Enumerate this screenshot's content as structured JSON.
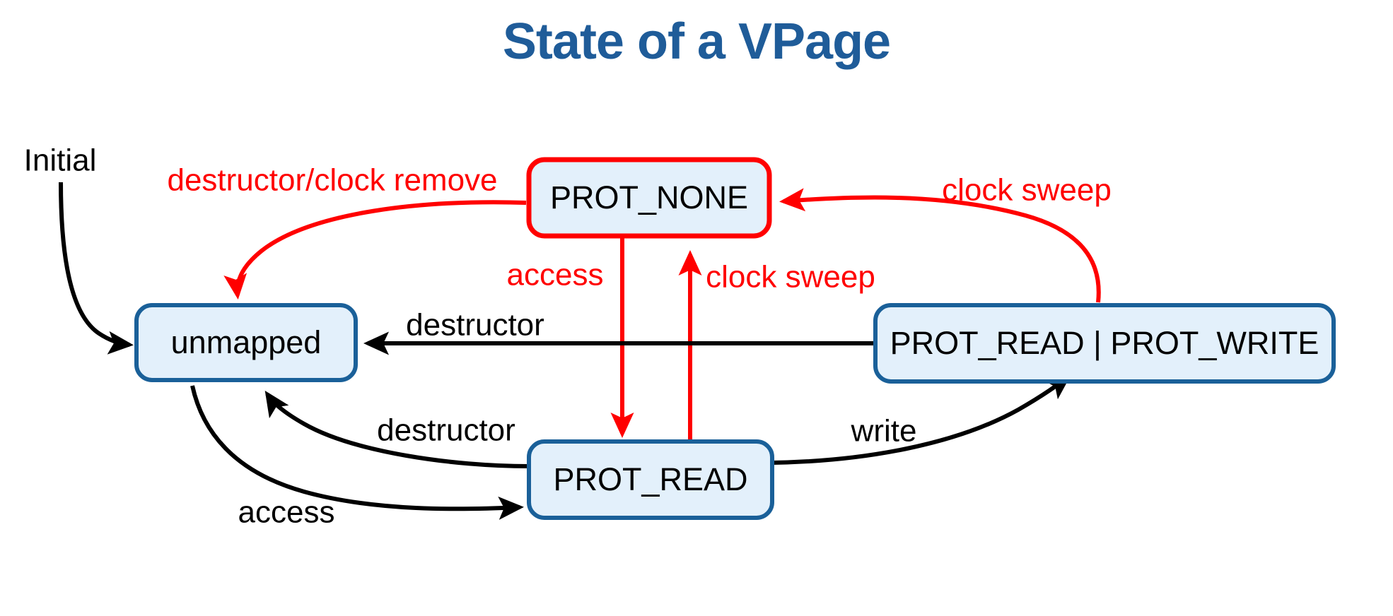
{
  "slide": {
    "title": "State of a VPage",
    "title_color": "#1F5C99",
    "background_color": "#FFFFFF"
  },
  "diagram": {
    "type": "state-machine",
    "node_fill_color": "#E3F0FB",
    "node_border_blue": "#1A6099",
    "node_border_red": "#FF0000",
    "edge_black": "#000000",
    "edge_red": "#FF0000",
    "nodes": [
      {
        "id": "unmapped",
        "label": "unmapped",
        "border": "blue"
      },
      {
        "id": "prot_none",
        "label": "PROT_NONE",
        "border": "red"
      },
      {
        "id": "prot_read",
        "label": "PROT_READ",
        "border": "blue"
      },
      {
        "id": "prot_rw",
        "label": "PROT_READ | PROT_WRITE",
        "border": "blue"
      }
    ],
    "entry_label": "Initial",
    "edges": [
      {
        "id": "initial-unmapped",
        "label": "Initial",
        "from": "",
        "to": "unmapped",
        "color": "black"
      },
      {
        "id": "none-unmapped",
        "label": "destructor/clock remove",
        "from": "prot_none",
        "to": "unmapped",
        "color": "red"
      },
      {
        "id": "rw-none",
        "label": "clock sweep",
        "from": "prot_rw",
        "to": "prot_none",
        "color": "red"
      },
      {
        "id": "none-read",
        "label": "access",
        "from": "prot_none",
        "to": "prot_read",
        "color": "red"
      },
      {
        "id": "read-none",
        "label": "clock sweep",
        "from": "prot_read",
        "to": "prot_none",
        "color": "red"
      },
      {
        "id": "rw-unmapped",
        "label": "destructor",
        "from": "prot_rw",
        "to": "unmapped",
        "color": "black"
      },
      {
        "id": "read-unmapped",
        "label": "destructor",
        "from": "prot_read",
        "to": "unmapped",
        "color": "black"
      },
      {
        "id": "unmapped-read",
        "label": "access",
        "from": "unmapped",
        "to": "prot_read",
        "color": "black"
      },
      {
        "id": "read-rw",
        "label": "write",
        "from": "prot_read",
        "to": "prot_rw",
        "color": "black"
      }
    ]
  }
}
